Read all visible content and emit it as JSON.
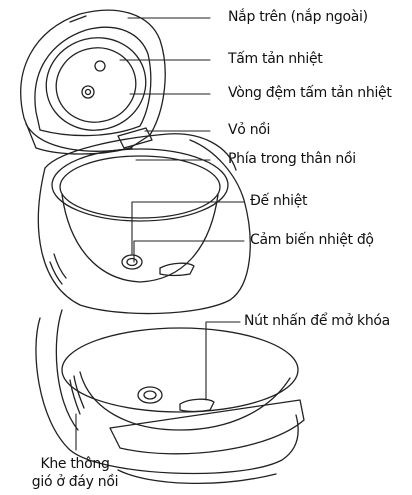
{
  "labels": {
    "outer_lid": "Nắp trên (nắp ngoài)",
    "heat_plate": "Tấm tản nhiệt",
    "heat_plate_gasket": "Vòng đệm tấm tản nhiệt",
    "pot_shell": "Vỏ nồi",
    "inner_body": "Phía trong thân nồi",
    "heating_base": "Đế nhiệt",
    "temp_sensor": "Cảm biến nhiệt độ",
    "unlock_button": "Nút nhấn để mở khóa",
    "bottom_vent_line1": "Khe thông",
    "bottom_vent_line2": "gió ở đáy nồi"
  },
  "colors": {
    "line": "#222222",
    "fill": "#ffffff",
    "shade": "#e6e6e6"
  }
}
